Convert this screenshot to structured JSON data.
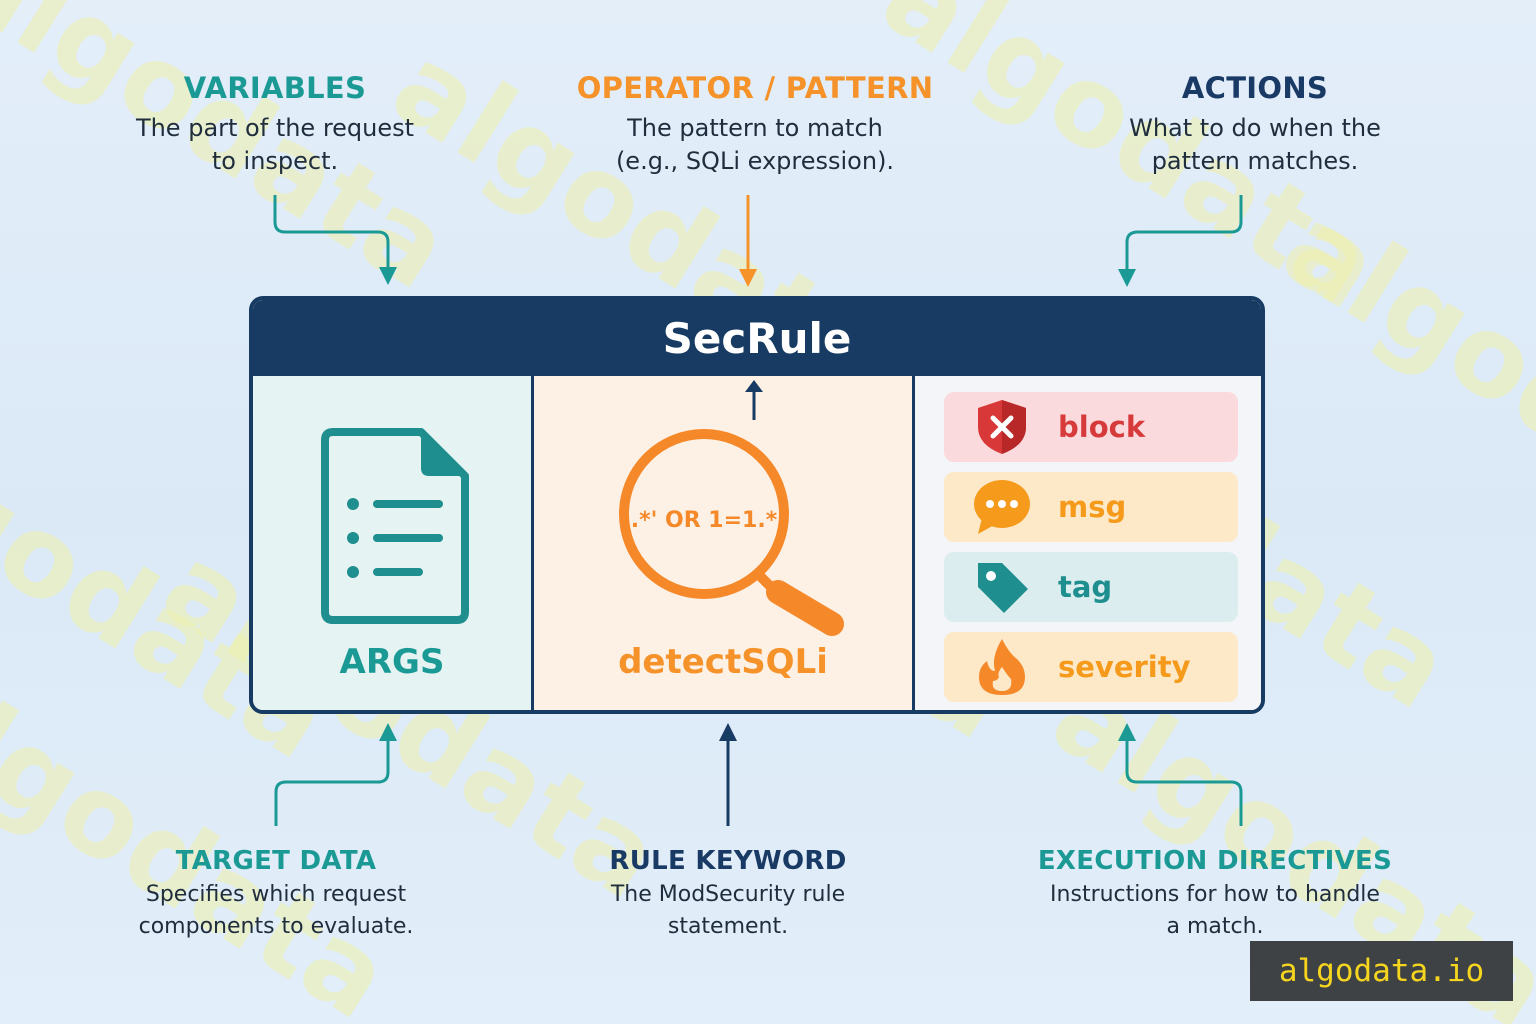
{
  "watermark": "algodata",
  "top_callouts": {
    "variables": {
      "title": "VARIABLES",
      "desc_line1": "The part of the request",
      "desc_line2": "to inspect."
    },
    "operator": {
      "title": "OPERATOR / PATTERN",
      "desc_line1": "The pattern to match",
      "desc_line2": "(e.g., SQLi expression)."
    },
    "actions": {
      "title": "ACTIONS",
      "desc_line1": "What to do when the",
      "desc_line2": "pattern matches."
    }
  },
  "secrule": {
    "title": "SecRule",
    "args_label": "ARGS",
    "pattern_text": ".*' OR 1=1.*",
    "operator_label": "detectSQLi",
    "actions": [
      {
        "label": "block",
        "icon": "shield-x-icon",
        "bg": "#fadadd",
        "color": "#d73a3a"
      },
      {
        "label": "msg",
        "icon": "chat-bubble-icon",
        "bg": "#fde9c8",
        "color": "#f59a1b"
      },
      {
        "label": "tag",
        "icon": "tag-icon",
        "bg": "#dcedef",
        "color": "#1e8e8e"
      },
      {
        "label": "severity",
        "icon": "flame-icon",
        "bg": "#fde9c8",
        "color": "#f59a1b"
      }
    ]
  },
  "bottom_callouts": {
    "target": {
      "title": "TARGET DATA",
      "desc_line1": "Specifies which request",
      "desc_line2": "components to evaluate."
    },
    "keyword": {
      "title": "RULE KEYWORD",
      "desc_line1": "The ModSecurity rule",
      "desc_line2": "statement."
    },
    "execution": {
      "title": "EXECUTION DIRECTIVES",
      "desc_line1": "Instructions for how to handle",
      "desc_line2": "a match."
    }
  },
  "badge": "algodata.io",
  "colors": {
    "navy": "#173b63",
    "teal": "#1b9a95",
    "orange": "#f5922a"
  }
}
